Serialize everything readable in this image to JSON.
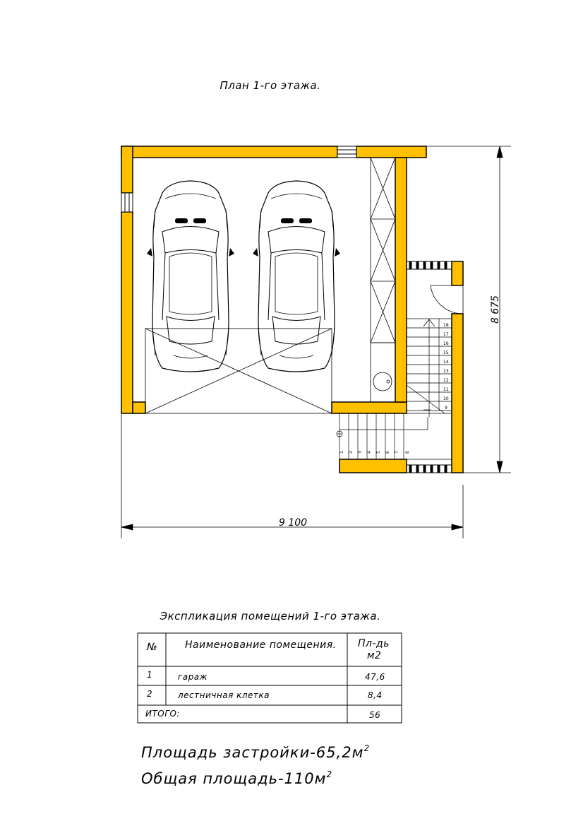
{
  "plan": {
    "title": "План 1-го этажа.",
    "dim_width": "9 100",
    "dim_height": "8 675",
    "stair_steps_upper": [
      "18",
      "17",
      "16",
      "15",
      "14",
      "13",
      "12",
      "11",
      "10",
      "9"
    ],
    "stair_steps_lower": [
      "1",
      "2",
      "3",
      "4",
      "5",
      "6",
      "7",
      "8"
    ],
    "wall_color": "#FFC000"
  },
  "explication": {
    "title": "Экспликация помещений 1-го этажа.",
    "headers": {
      "num": "№",
      "name": "Наименование помещения.",
      "area_line1": "Пл-дь",
      "area_line2": "м2"
    },
    "rows": [
      {
        "num": "1",
        "name": "гараж",
        "area": "47,6"
      },
      {
        "num": "2",
        "name": "лестничная клетка",
        "area": "8,4"
      }
    ],
    "total_label": "ИТОГО:",
    "total_value": "56"
  },
  "summary": {
    "building_area_text": "Площадь застройки-65,2м",
    "total_area_text": "Общая площадь-110м",
    "superscript": "2"
  }
}
